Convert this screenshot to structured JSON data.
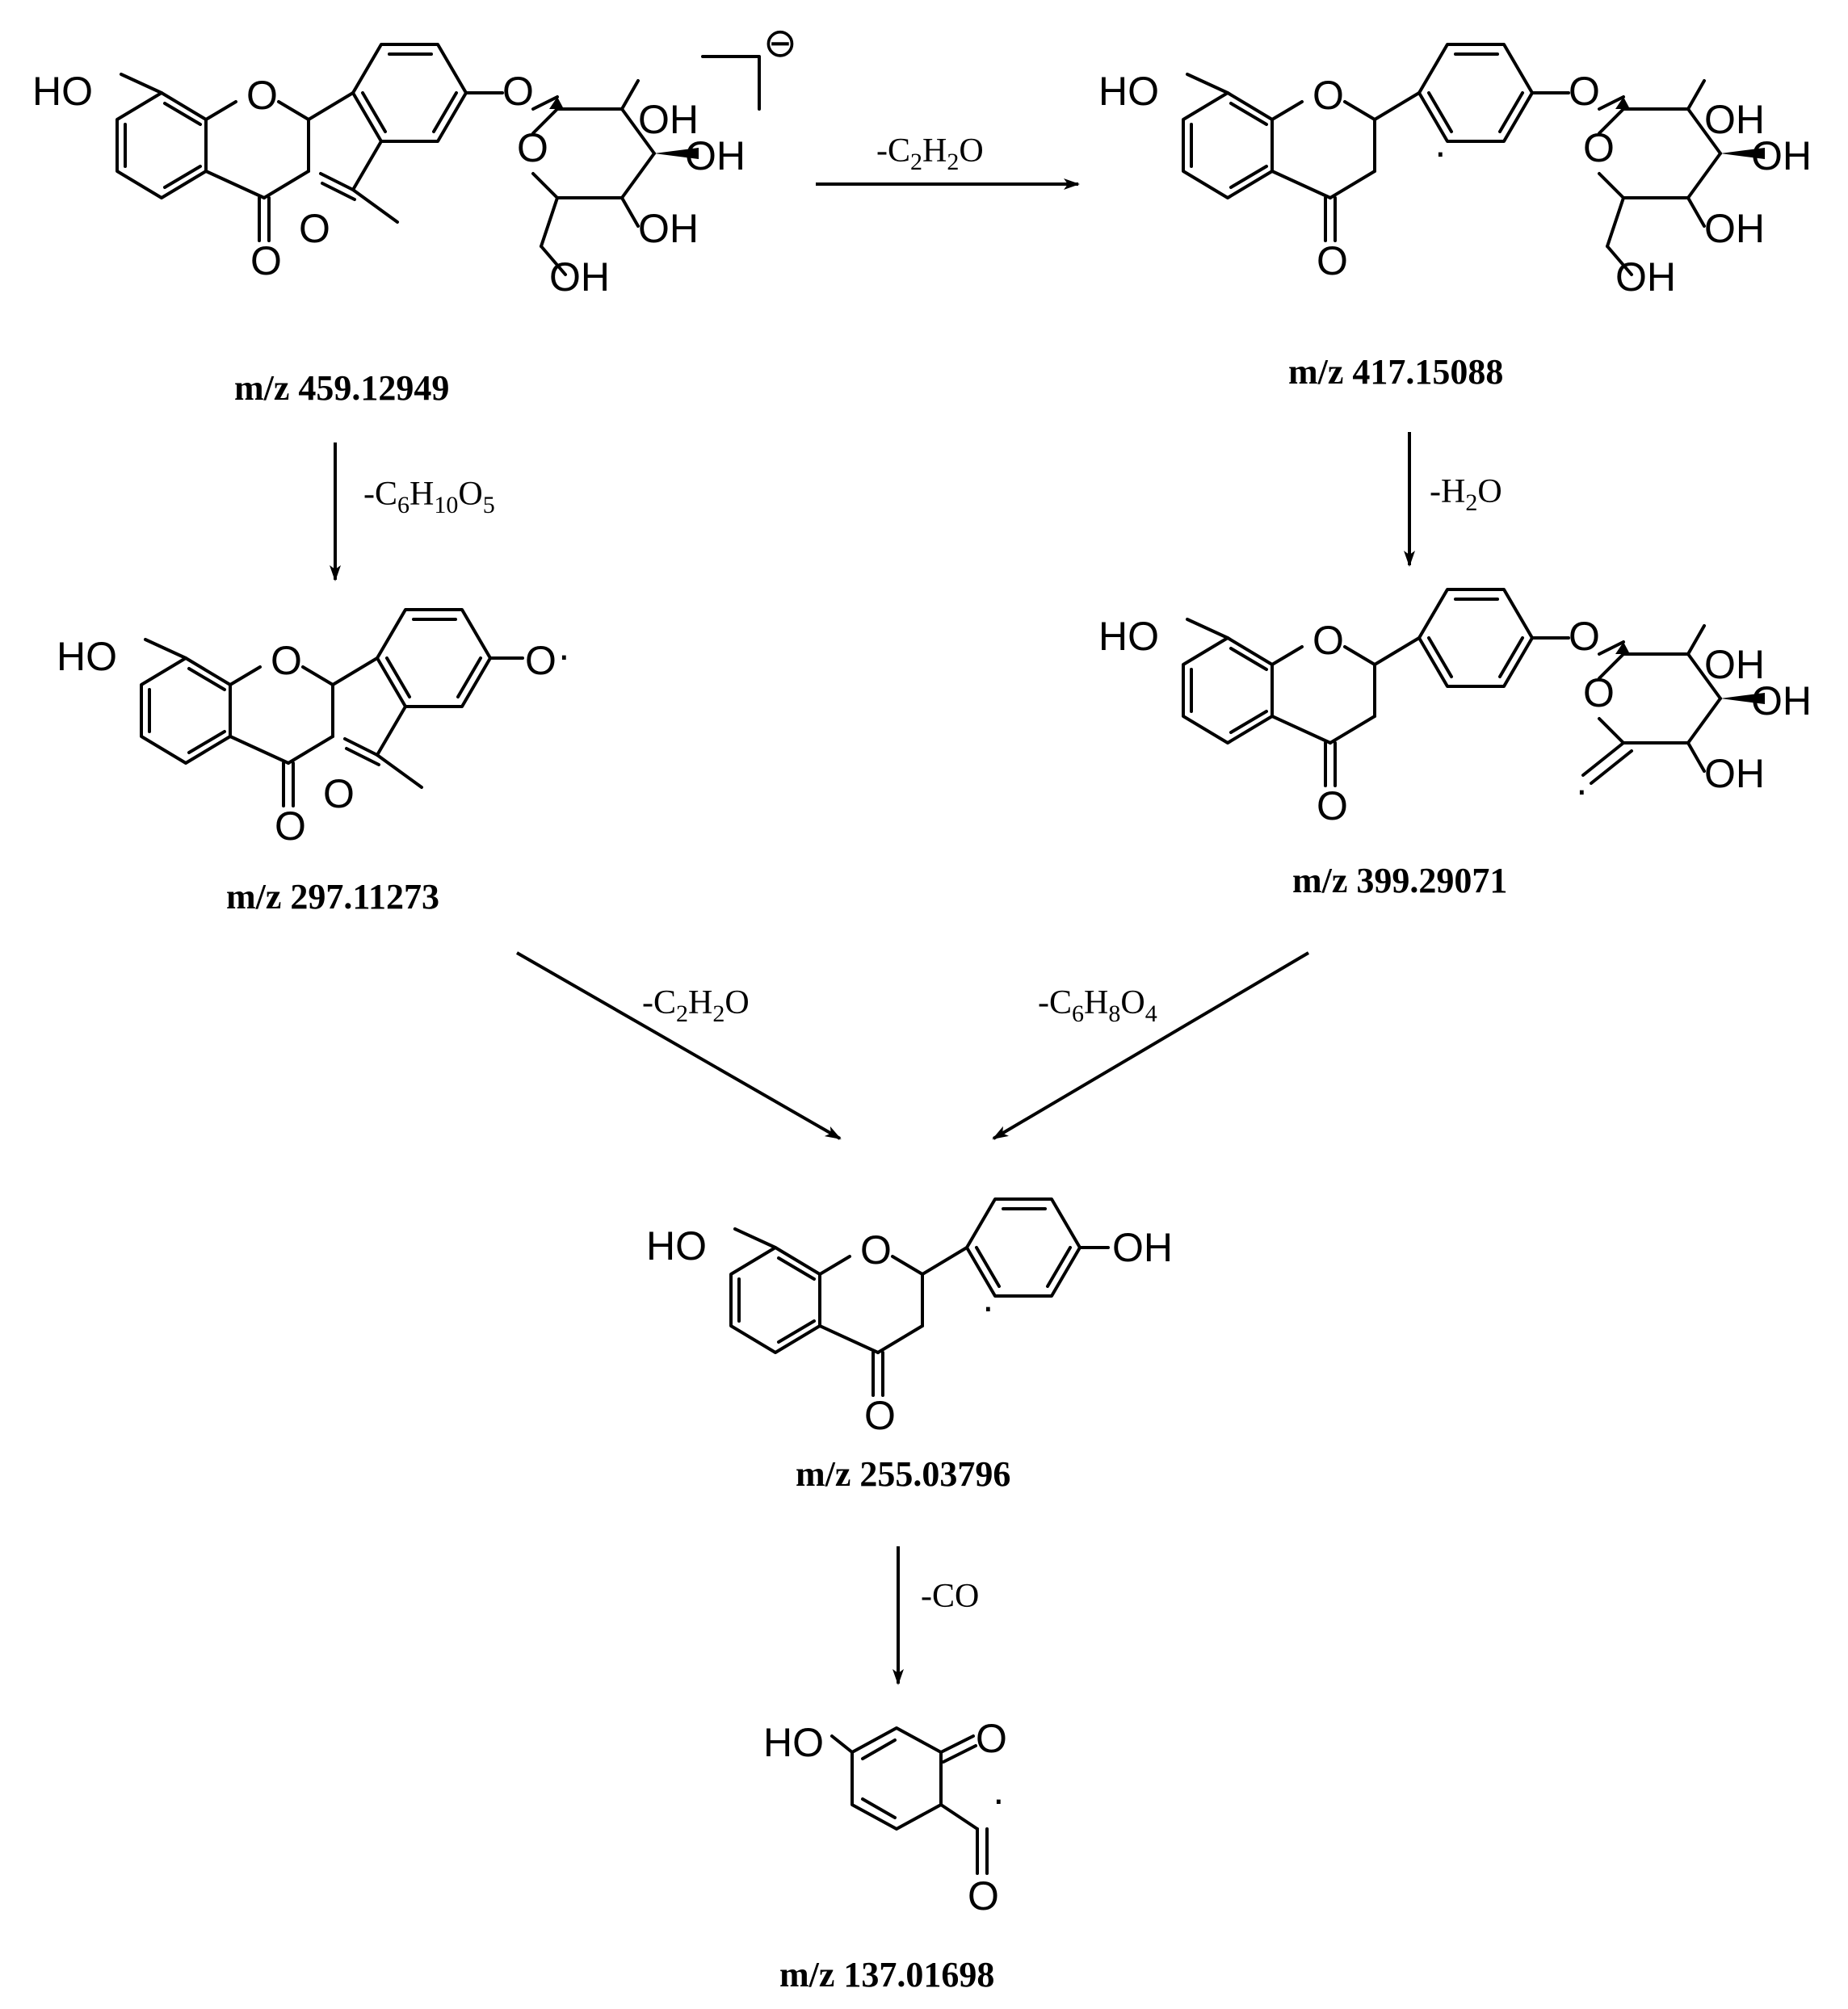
{
  "compounds": [
    {
      "id": "c459",
      "mz": "m/z 459.12949"
    },
    {
      "id": "c417",
      "mz": "m/z 417.15088"
    },
    {
      "id": "c297",
      "mz": "m/z 297.11273"
    },
    {
      "id": "c399",
      "mz": "m/z 399.29071"
    },
    {
      "id": "c255",
      "mz": "m/z 255.03796"
    },
    {
      "id": "c137",
      "mz": "m/z 137.01698"
    }
  ],
  "losses": {
    "l1": {
      "prefix": "-C",
      "s1": "2",
      "mid": "H",
      "s2": "2",
      "tail": "O"
    },
    "l2": {
      "prefix": "-C",
      "s1": "6",
      "mid": "H",
      "s2": "10",
      "mid2": "O",
      "s3": "5"
    },
    "l3": {
      "prefix": "-H",
      "s1": "2",
      "tail": "O"
    },
    "l4": {
      "prefix": "-C",
      "s1": "2",
      "mid": "H",
      "s2": "2",
      "tail": "O"
    },
    "l5": {
      "prefix": "-C",
      "s1": "6",
      "mid": "H",
      "s2": "8",
      "mid2": "O",
      "s3": "4"
    },
    "l6": {
      "label": "-CO"
    }
  },
  "atoms": {
    "HO": "HO",
    "O": "O",
    "OH": "OH",
    "charge": "⊖",
    "radical": "·"
  }
}
